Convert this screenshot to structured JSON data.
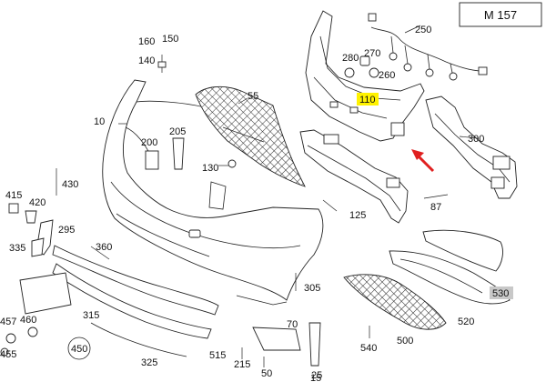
{
  "model_code": "M 157",
  "parts": {
    "p10": "10",
    "p15": "15",
    "p25": "25",
    "p50": "50",
    "p55": "55",
    "p70": "70",
    "p87": "87",
    "p110": "110",
    "p125": "125",
    "p130": "130",
    "p140": "140",
    "p150": "150",
    "p160": "160",
    "p200": "200",
    "p205": "205",
    "p215": "215",
    "p250": "250",
    "p260": "260",
    "p270": "270",
    "p280": "280",
    "p295": "295",
    "p300": "300",
    "p305": "305",
    "p315": "315",
    "p325": "325",
    "p335": "335",
    "p360": "360",
    "p415": "415",
    "p420": "420",
    "p430": "430",
    "p450": "450",
    "p455": "455",
    "p457": "457",
    "p460": "460",
    "p500": "500",
    "p515": "515",
    "p520": "520",
    "p530": "530",
    "p540": "540"
  },
  "highlight": {
    "p110": "#fff200",
    "p530": "#c8c8c8"
  },
  "pointer_color": "#e02020"
}
